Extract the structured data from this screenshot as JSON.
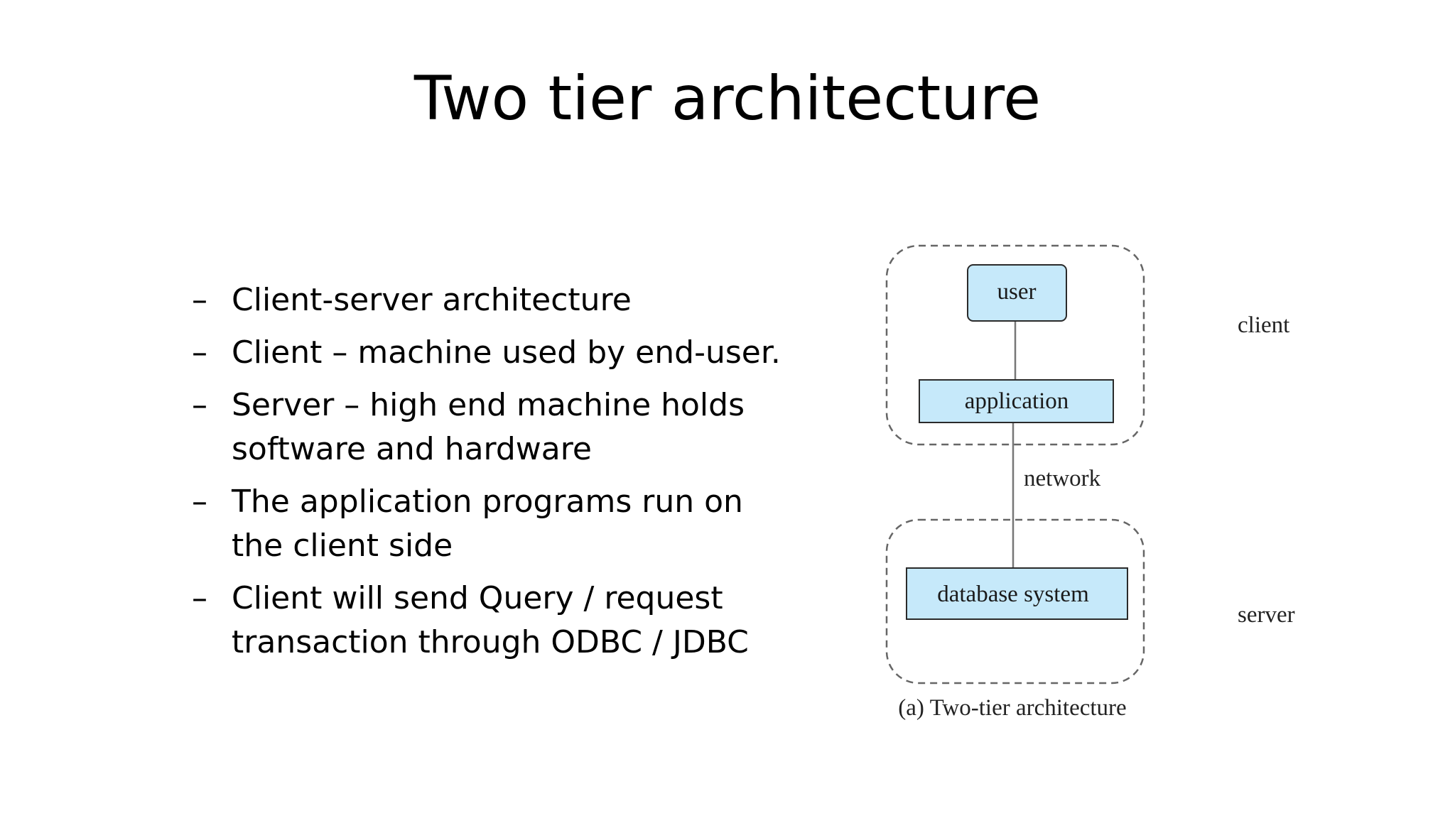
{
  "slide": {
    "title": "Two tier architecture",
    "bullet_marker": "–",
    "bullets": [
      "Client-server architecture",
      "Client – machine used by end-user.",
      "Server – high end machine holds software and hardware",
      "The application programs run on the client side",
      "Client will send Query / request transaction through ODBC / JDBC"
    ]
  },
  "diagram": {
    "nodes": {
      "user": "user",
      "application": "application",
      "database_system": "database system"
    },
    "edge_label": "network",
    "group_labels": {
      "client": "client",
      "server": "server"
    },
    "caption": "(a) Two-tier architecture",
    "colors": {
      "box_fill": "#c6e9fa",
      "box_stroke": "#2a2a2a",
      "dashed_group": "#666666",
      "connector": "#777777"
    }
  }
}
